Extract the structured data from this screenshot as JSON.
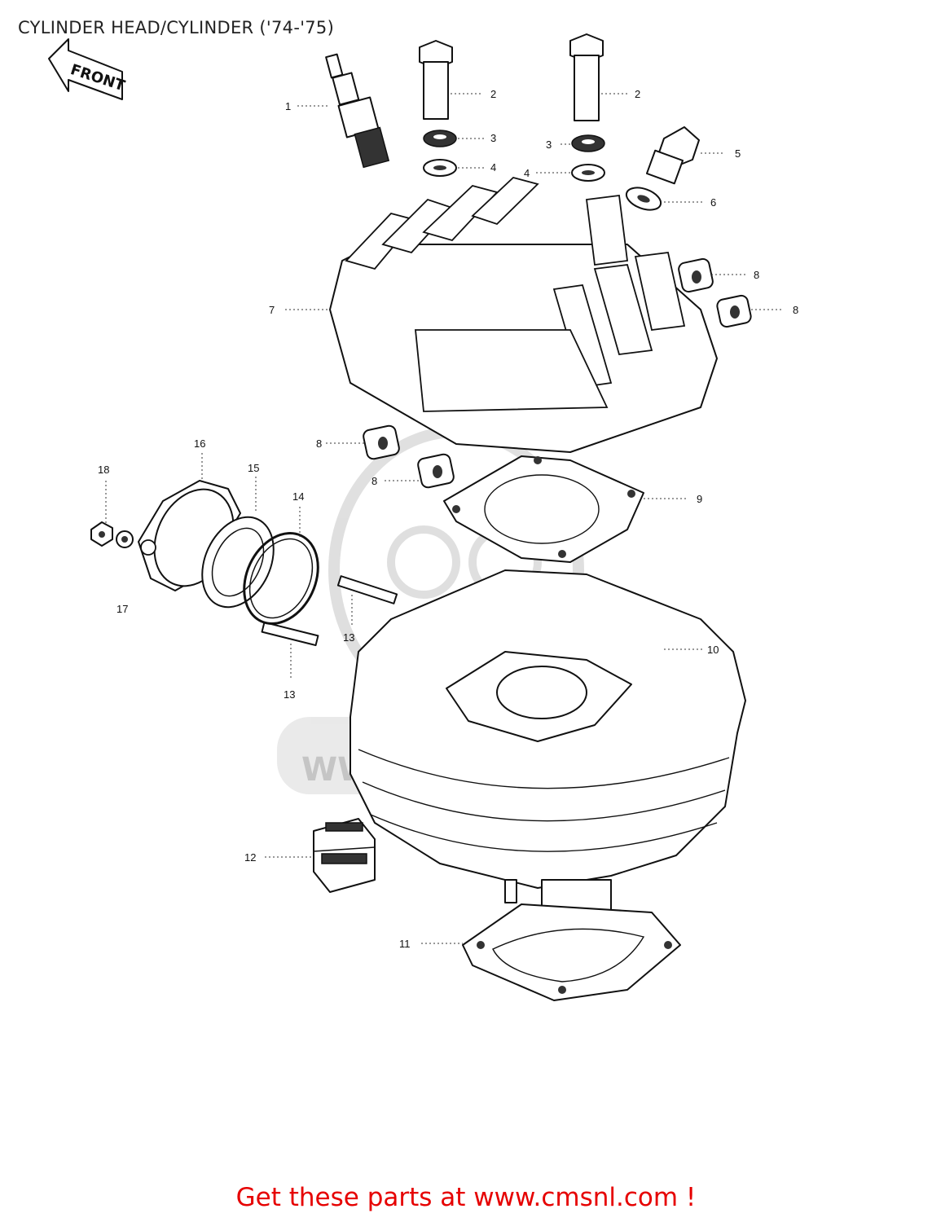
{
  "title": "CYLINDER HEAD/CYLINDER ('74-'75)",
  "front_badge": "FRONT",
  "watermark": "WWW.CMSNL.COM",
  "footer": "Get these parts at www.cmsnl.com !",
  "callouts": {
    "c1": "1",
    "c2a": "2",
    "c2b": "2",
    "c3a": "3",
    "c3b": "3",
    "c4a": "4",
    "c4b": "4",
    "c5": "5",
    "c6": "6",
    "c7": "7",
    "c8a": "8",
    "c8b": "8",
    "c8c": "8",
    "c8d": "8",
    "c9": "9",
    "c10": "10",
    "c11": "11",
    "c12": "12",
    "c13a": "13",
    "c13b": "13",
    "c14": "14",
    "c15": "15",
    "c16": "16",
    "c17": "17",
    "c18": "18"
  },
  "colors": {
    "footer": "#e60000",
    "watermark": "#bdbdbd"
  }
}
